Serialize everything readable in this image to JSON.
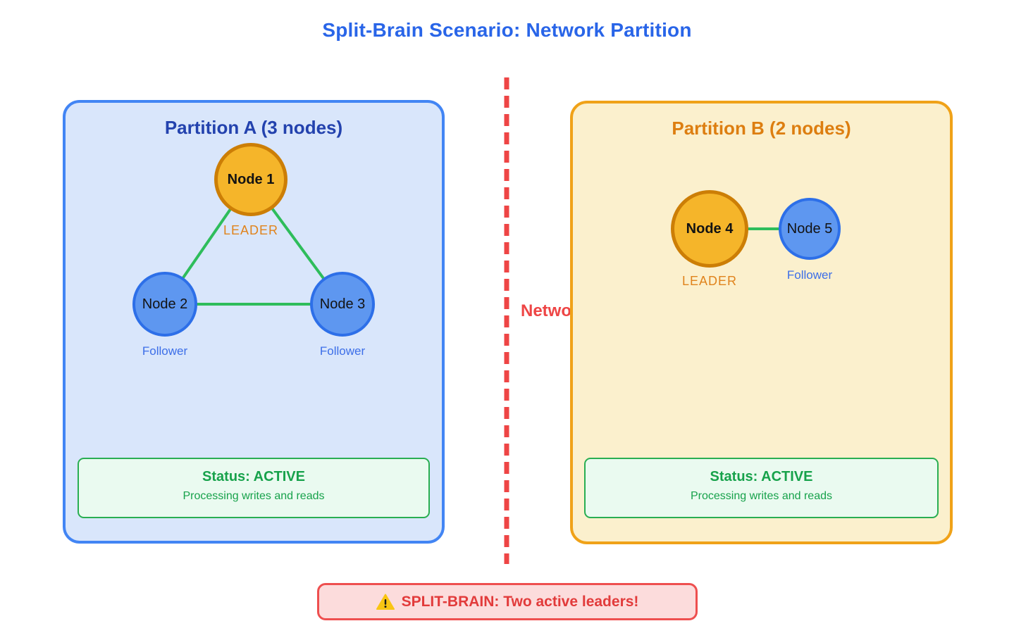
{
  "title": "Split-Brain Scenario: Network Partition",
  "divider": {
    "label": "Network Partition",
    "line_color": "#ee4545"
  },
  "partition_a": {
    "title": "Partition A (3 nodes)",
    "fill": "#d9e6fb",
    "border": "#4285f4",
    "nodes": [
      {
        "label": "Node 1",
        "role": "LEADER"
      },
      {
        "label": "Node 2",
        "role": "Follower"
      },
      {
        "label": "Node 3",
        "role": "Follower"
      }
    ],
    "status": {
      "title": "Status: ACTIVE",
      "subtitle": "Processing writes and reads"
    }
  },
  "partition_b": {
    "title": "Partition B (2 nodes)",
    "fill": "#fbf0cd",
    "border": "#f0a218",
    "nodes": [
      {
        "label": "Node 4",
        "role": "LEADER"
      },
      {
        "label": "Node 5",
        "role": "Follower"
      }
    ],
    "status": {
      "title": "Status: ACTIVE",
      "subtitle": "Processing writes and reads"
    }
  },
  "alert": {
    "icon": "warning-icon",
    "text": "SPLIT-BRAIN: Two active leaders!"
  },
  "colors": {
    "title_blue": "#2965e8",
    "partition_a_title": "#2342ae",
    "partition_b_title": "#dd7e10",
    "leader_fill": "#f5b52a",
    "leader_border": "#cc7e06",
    "follower_fill": "#5e97f0",
    "follower_border": "#2d6fe8",
    "edge_green": "#2ebd5b",
    "status_green": "#17a24b",
    "alert_red": "#e23b3b"
  }
}
